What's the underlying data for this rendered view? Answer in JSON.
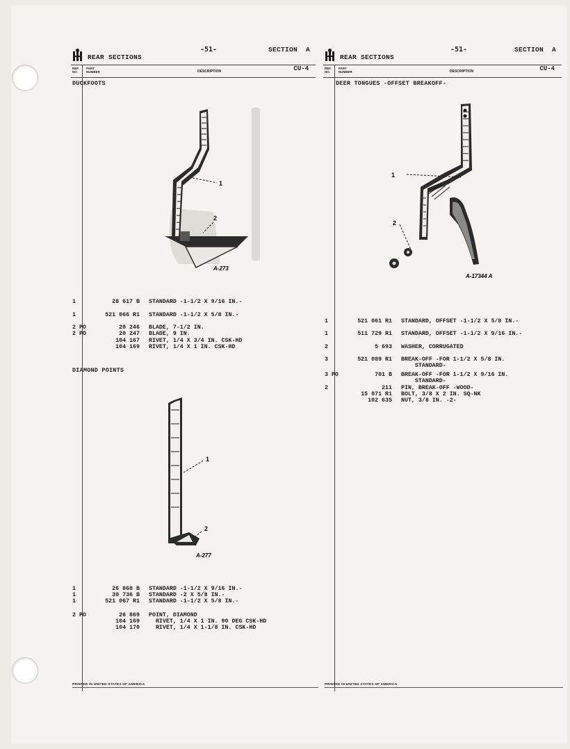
{
  "page": {
    "printed_text": "PRINTED IN UNITED STATES OF AMERICA"
  },
  "left": {
    "page_number": "-51-",
    "section_label": "SECTION",
    "section_letter": "A",
    "section_title": "REAR SECTIONS",
    "ref_label": "REF. NO.",
    "part_label": "PART NUMBER",
    "desc_label": "DESCRIPTION",
    "cu_label": "CU-4",
    "subheads": [
      "DUCKFOOTS",
      "DIAMOND POINTS"
    ],
    "figures": [
      {
        "code": "A-273",
        "callouts": [
          "1",
          "2"
        ]
      },
      {
        "code": "A-277",
        "callouts": [
          "1",
          "2"
        ]
      }
    ],
    "rows": [
      {
        "qty": "1",
        "part": "28 617 B",
        "desc": "STANDARD -1-1/2 X 9/16 IN.-"
      },
      {
        "qty": "1",
        "part": "521 066 R1",
        "desc": "STANDARD -1-1/2 X 5/8 IN.-"
      },
      {
        "qty": "2 PO",
        "part": "20 246",
        "desc": "BLADE, 7-1/2 IN."
      },
      {
        "qty": "2 PO",
        "part": "20 247",
        "desc": "BLADE, 9 IN."
      },
      {
        "qty": "",
        "part": "104 167",
        "desc": "RIVET, 1/4 X 3/4 IN. CSK-HD"
      },
      {
        "qty": "",
        "part": "104 169",
        "desc": "RIVET, 1/4 X 1 IN. CSK-HD"
      },
      {
        "qty": "1",
        "part": "26 868 B",
        "desc": "STANDARD -1-1/2 X 9/16 IN.-"
      },
      {
        "qty": "1",
        "part": "30 736 B",
        "desc": "STANDARD -2 X 5/8 IN.-"
      },
      {
        "qty": "1",
        "part": "521 067 R1",
        "desc": "STANDARD -1-1/2 X 5/8 IN.-"
      },
      {
        "qty": "2 PO",
        "part": "26 869",
        "desc": "POINT, DIAMOND"
      },
      {
        "qty": "",
        "part": "104 169",
        "desc": "  RIVET, 1/4 X 1 IN. 90 DEG CSK-HD"
      },
      {
        "qty": "",
        "part": "104 170",
        "desc": "  RIVET, 1/4 X 1-1/8 IN. CSK-HD"
      }
    ]
  },
  "right": {
    "page_number": "-51-",
    "section_label": "SECTION",
    "section_letter": "A",
    "section_title": "REAR SECTIONS",
    "ref_label": "REF. NO.",
    "part_label": "PART NUMBER",
    "desc_label": "DESCRIPTION",
    "cu_label": "CU-4",
    "subhead": "DEER TONGUES -OFFSET BREAKOFF-",
    "figure": {
      "code": "A-17344 A",
      "callouts": [
        "1",
        "2"
      ]
    },
    "rows": [
      {
        "qty": "1",
        "part": "521 061 R1",
        "desc": "STANDARD, OFFSET -1-1/2 X 5/8 IN.-"
      },
      {
        "qty": "1",
        "part": "511 729 R1",
        "desc": "STANDARD, OFFSET -1-1/2 X 9/16 IN.-"
      },
      {
        "qty": "2",
        "part": "5 693",
        "desc": "WASHER, CORRUGATED"
      },
      {
        "qty": "3",
        "part": "521 089 R1",
        "desc": "BREAK-OFF -FOR 1-1/2 X 5/8 IN."
      },
      {
        "qty": "",
        "part": "",
        "desc": "    STANDARD-"
      },
      {
        "qty": "3 PO",
        "part": "701 B",
        "desc": "BREAK-OFF -FOR 1-1/2 X 9/16 IN."
      },
      {
        "qty": "",
        "part": "",
        "desc": "    STANDARD-"
      },
      {
        "qty": "2",
        "part": "211",
        "desc": "PIN, BREAK-OFF -WOOD-"
      },
      {
        "qty": "",
        "part": "15 071 R1",
        "desc": "BOLT, 3/8 X 2 IN. SQ-NK"
      },
      {
        "qty": "",
        "part": "102 635",
        "desc": "NUT, 3/8 IN. -2-"
      }
    ]
  }
}
